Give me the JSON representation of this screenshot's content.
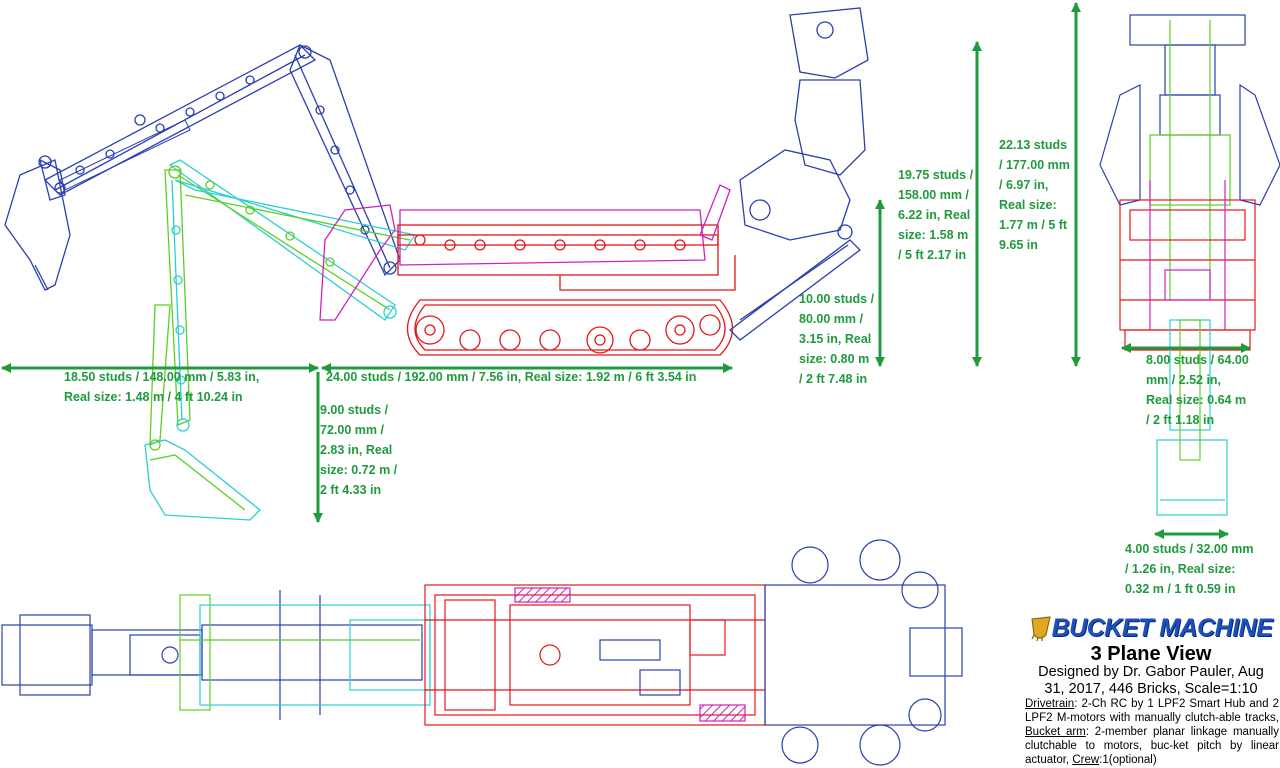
{
  "dimensions": {
    "side_height_total": "19.75 studs / 158.00 mm / 6.22 in, Real size: 1.58 m / 5 ft 2.17 in",
    "side_height_total_lines": [
      "19.75 studs /",
      "158.00 mm /",
      "6.22 in, Real",
      "size: 1.58 m",
      "/ 5 ft 2.17 in"
    ],
    "front_height_total_lines": [
      "22.13 studs",
      "/ 177.00 mm",
      "/ 6.97 in,",
      "Real size:",
      "1.77 m / 5 ft",
      "9.65 in"
    ],
    "body_height_lines": [
      "10.00 studs /",
      "80.00 mm /",
      "3.15 in, Real",
      "size: 0.80 m",
      "/ 2 ft 7.48 in"
    ],
    "reach_left_lines": [
      "18.50 studs / 148.00 mm / 5.83 in,",
      "Real size: 1.48 m / 4 ft 10.24 in"
    ],
    "body_length_line": "24.00 studs / 192.00 mm / 7.56 in, Real size: 1.92 m / 6 ft 3.54 in",
    "dig_depth_lines": [
      "9.00 studs /",
      "72.00 mm /",
      "2.83 in, Real",
      "size: 0.72 m /",
      "2 ft 4.33 in"
    ],
    "front_width_lines": [
      "8.00 studs / 64.00",
      "mm / 2.52 in,",
      "Real size: 0.64 m",
      "/ 2 ft 1.18 in"
    ],
    "bucket_width_lines": [
      "4.00 studs / 32.00 mm",
      "/ 1.26 in, Real size:",
      "0.32 m / 1 ft 0.59 in"
    ]
  },
  "title": {
    "logo": "BUCKET MACHINE",
    "subtitle": "3 Plane View",
    "credit_line1": "Designed by Dr. Gabor Pauler, Aug",
    "credit_line2": "31, 2017, 446 Bricks, Scale=1:10"
  },
  "description": {
    "drivetrain_label": "Drivetrain",
    "drivetrain_text": ": 2-Ch RC by 1 LPF2 Smart Hub and 2 LPF2 M-motors with manually clutch-able tracks, ",
    "bucket_label": "Bucket arm",
    "bucket_text": ": 2-member planar linkage manually clutchable to motors, buc-ket pitch by linear actuator, ",
    "crew_label": "Crew",
    "crew_text": ":1(optional)"
  },
  "colors": {
    "dimension_green": "#1f9a3c",
    "logo_blue": "#1d4fbf",
    "boom_blue": "#2a3fb0",
    "arm_cyan": "#2ad0d0",
    "arm_green": "#5ad020",
    "body_red": "#e01818",
    "magenta": "#d020c0"
  }
}
